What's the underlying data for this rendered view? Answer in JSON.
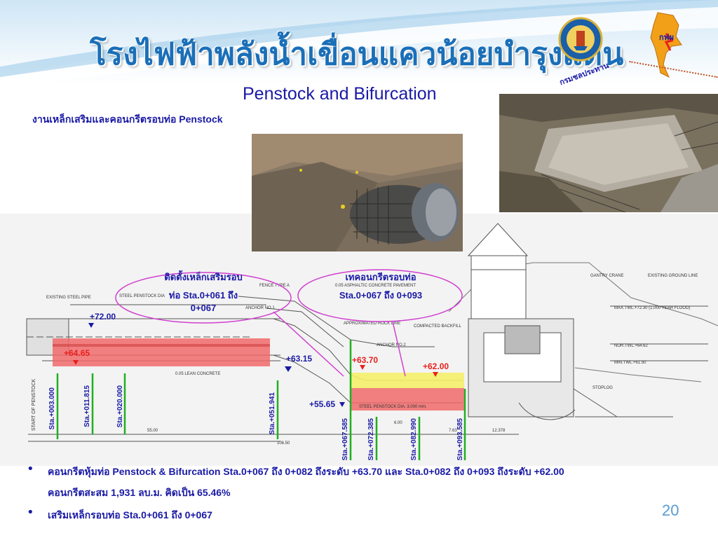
{
  "slide": {
    "title": "โรงไฟฟ้าพลังน้ำเขื่อนแควน้อยบำรุงแดน",
    "subtitle": "Penstock and Bifurcation",
    "caption": "งานเหล็กเสริมและคอนกรีตรอบท่อ Penstock",
    "page_number": "20"
  },
  "logos": {
    "left_text": "กรมชลประทาน",
    "right_text": "กฟผ"
  },
  "callouts": {
    "left_line1": "ติดตั้งเหล็กเสริมรอบ",
    "left_line2": "ท่อ Sta.0+061 ถึง",
    "left_line3": "0+067",
    "right_line1": "เทคอนกรีตรอบท่อ",
    "right_line2": "Sta.0+067 ถึง 0+093"
  },
  "levels": {
    "l1": "+72.00",
    "l2": "+64.65",
    "l3": "+63.15",
    "l4": "+63.70",
    "l5": "+62.00",
    "l6": "+55.65"
  },
  "stations": {
    "s1": "Sta.+003.000",
    "s2": "Sta.+011.815",
    "s3": "Sta.+020.000",
    "s4": "Sta.+051.941",
    "s5": "Sta.+067.585",
    "s6": "Sta.+072.385",
    "s7": "Sta.+082.990",
    "s8": "Sta.+093.585"
  },
  "drawing_labels": {
    "existing_steel_pipe": "EXISTING STEEL PIPE",
    "steel_penstock": "STEEL PENSTOCK DIA",
    "fence": "FENCE TYPE A",
    "anchor1": "ANCHOR NO.1",
    "anchor2": "ANCHOR NO.2",
    "rock_line": "APPROXIMATED ROCK LINE",
    "backfill": "COMPACTED BACKFILL",
    "lean_concrete": "0.05 LEAN CONCRETE",
    "asphaltic": "0.05 ASPHALTIC CONCRETE PAVEMENT",
    "gantry": "GANTRY CRANE",
    "ground_line": "EXISTING GROUND LINE",
    "max_twl": "MAX.TWL.+72.30 (1,000 YEAR FLOOD)",
    "nor_twl": "NOR.TWL.+64.62",
    "min_twl": "MIN.TWL.+61.50",
    "stoplog": "STOPLOG",
    "penstock_dia": "STEEL PENSTOCK DIA. 3,000 mm.",
    "start": "START OF PENSTOCK",
    "dim1": "55.00",
    "dim2": "106.50",
    "dim3": "12.378",
    "dim4": "6.00",
    "dim5": "7.63"
  },
  "bullets": {
    "b1_line1": "คอนกรีตหุ้มท่อ Penstock & Bifurcation  Sta.0+067 ถึง 0+082  ถึงระดับ +63.70  และ Sta.0+082 ถึง 0+093 ถึงระดับ +62.00",
    "b1_line2": "คอนกรีตสะสม 1,931 ลบ.ม. คิดเป็น 65.46%",
    "b2": "เสริมเหล็กรอบท่อ Sta.0+061 ถึง 0+067"
  },
  "colors": {
    "title_blue": "#1a6fb8",
    "text_blue": "#1a1aa6",
    "level_red": "#e8201e",
    "highlight_red": "#f06a6a",
    "highlight_yellow": "#f4f06a",
    "station_green": "#20b020",
    "callout_magenta": "#d040d0"
  }
}
